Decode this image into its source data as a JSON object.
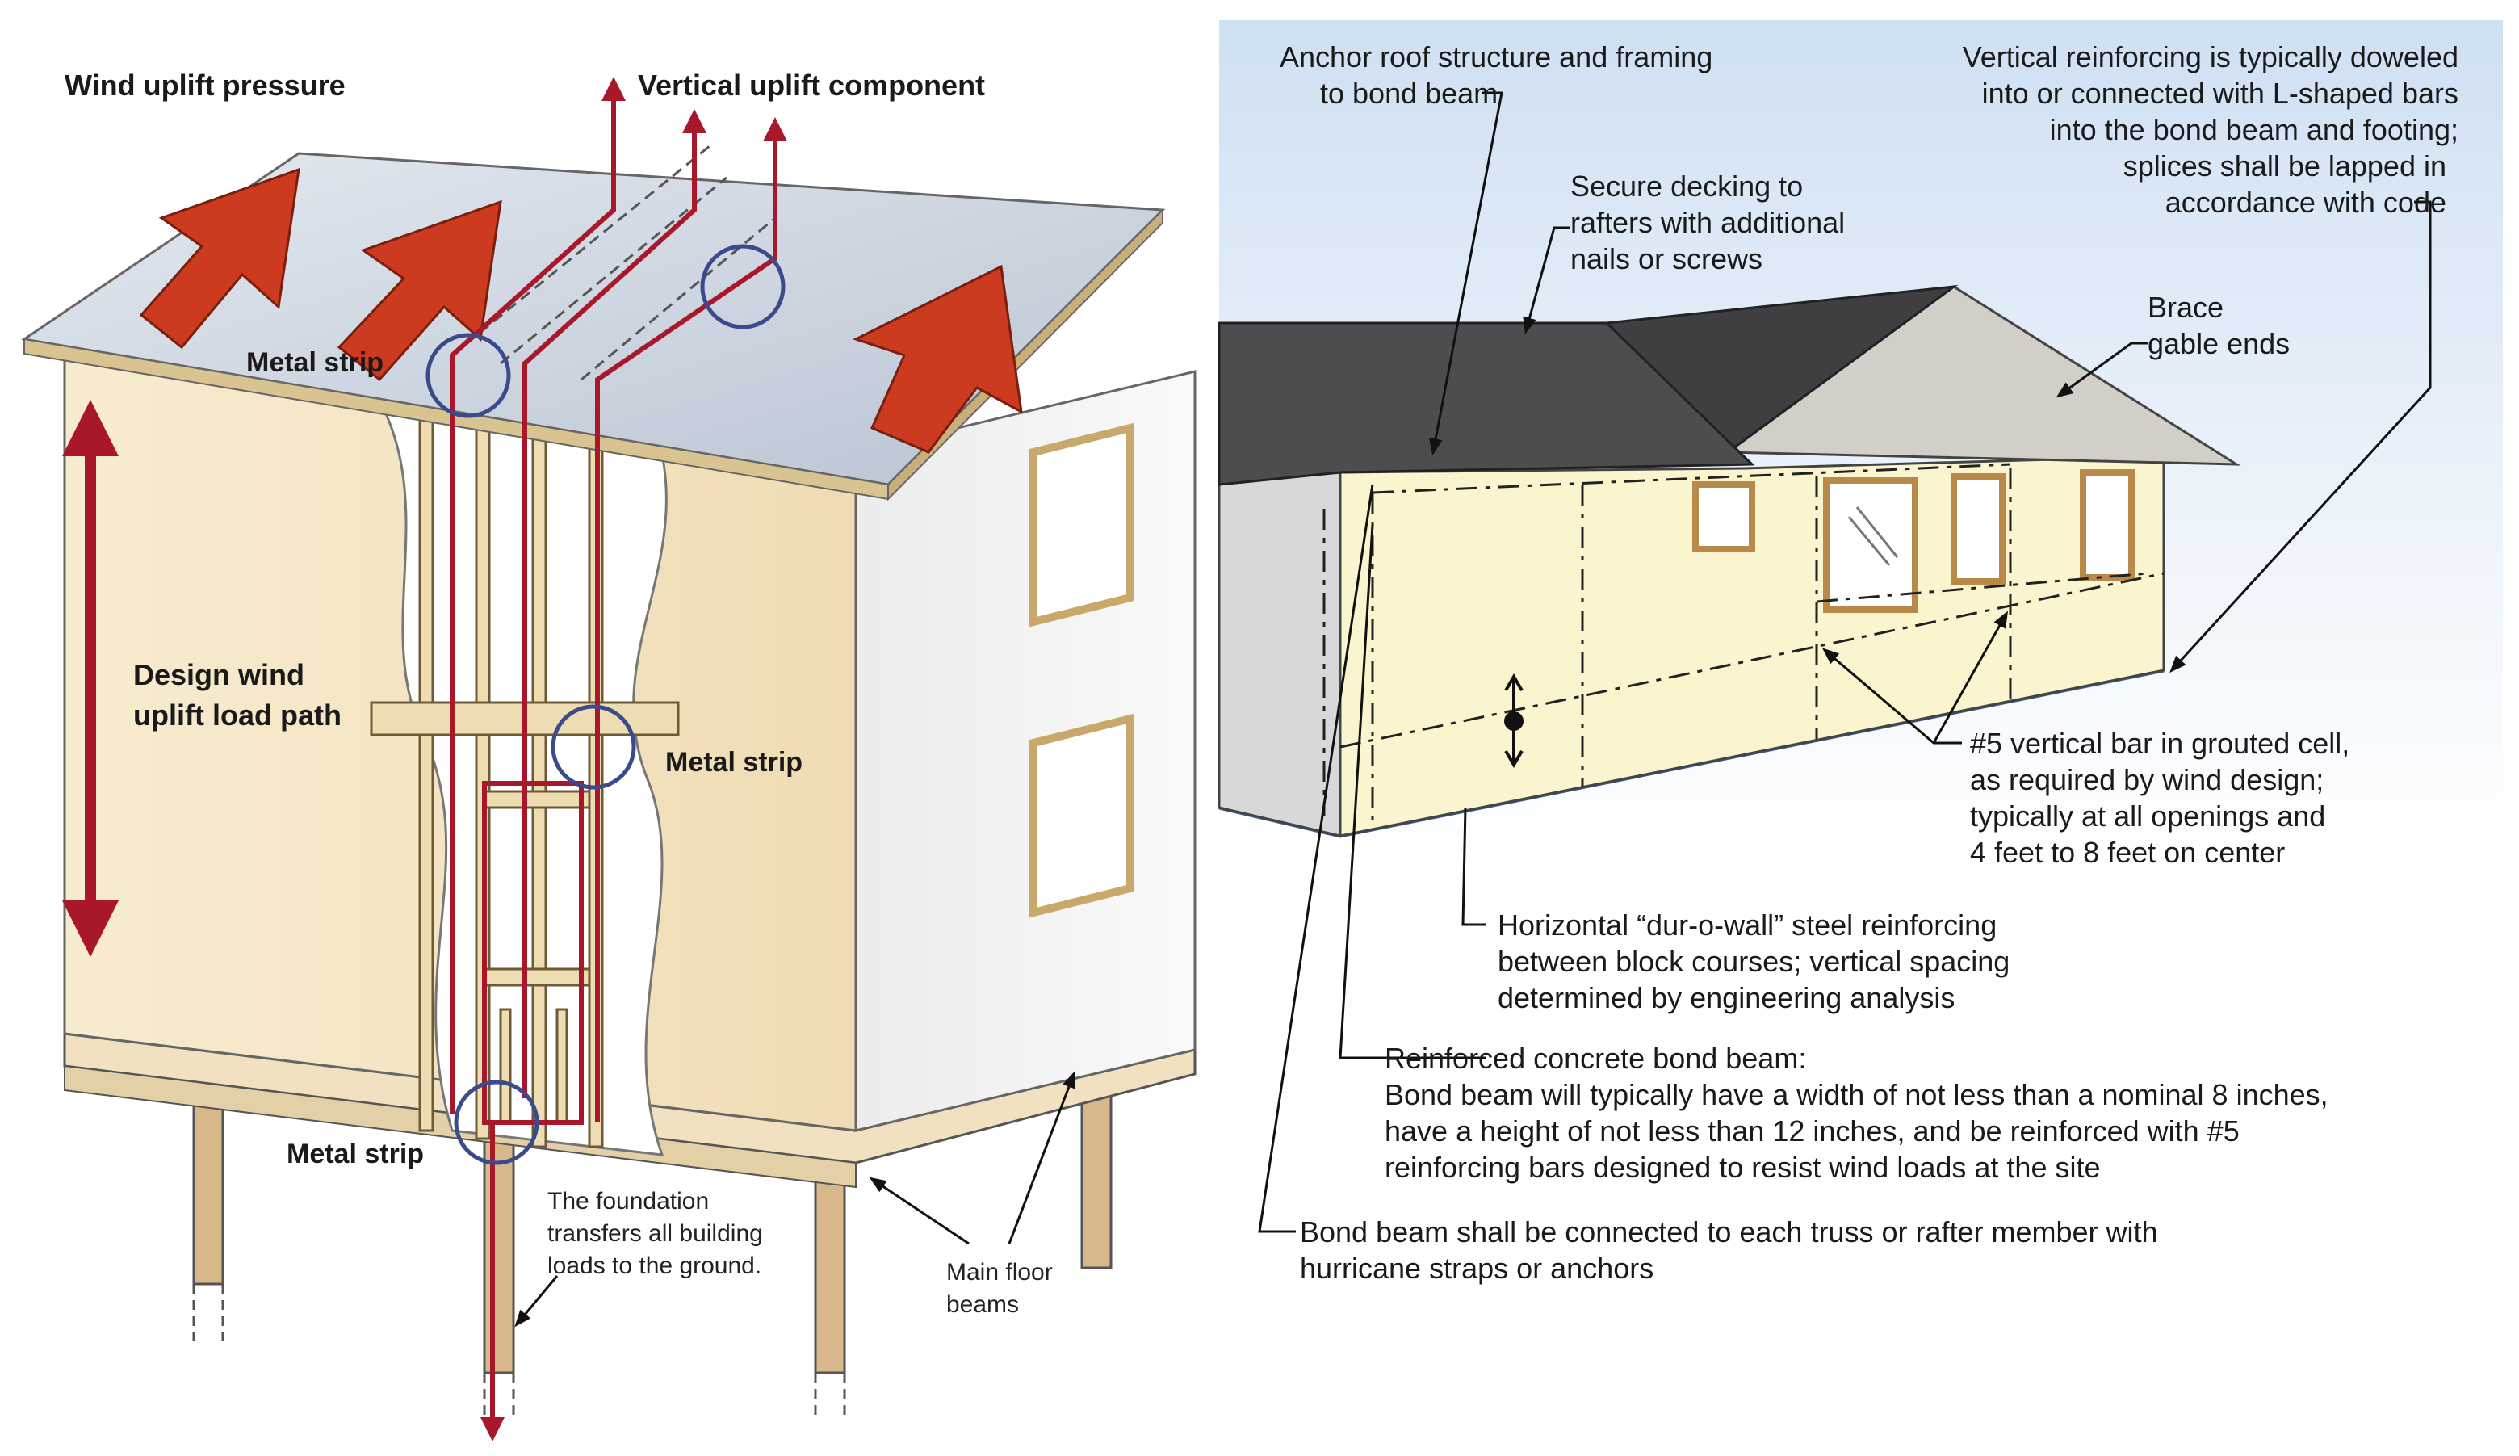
{
  "left": {
    "wind_uplift_pressure": "Wind uplift pressure",
    "vertical_uplift_component": "Vertical uplift component",
    "metal_strip_roof": "Metal strip",
    "metal_strip_floor": "Metal strip",
    "metal_strip_foundation": "Metal strip",
    "design_wind_line1": "Design wind",
    "design_wind_line2": "uplift load path",
    "foundation_line1": "The foundation",
    "foundation_line2": "transfers all building",
    "foundation_line3": "loads to the ground.",
    "main_floor_line1": "Main floor",
    "main_floor_line2": "beams"
  },
  "right": {
    "anchor_line1": "Anchor roof structure and framing",
    "anchor_line2": "to bond beam",
    "decking_line1": "Secure decking to",
    "decking_line2": "rafters with additional",
    "decking_line3": "nails or screws",
    "vertical_line1": "Vertical reinforcing is typically doweled",
    "vertical_line2": "into or connected with L-shaped bars",
    "vertical_line3": "into the bond beam and footing;",
    "vertical_line4": "splices shall be lapped in",
    "vertical_line5": "accordance with code",
    "brace_line1": "Brace",
    "brace_line2": "gable ends",
    "bar_line1": "#5 vertical bar in grouted cell,",
    "bar_line2": "as required by wind design;",
    "bar_line3": "typically at all openings and",
    "bar_line4": "4 feet to 8 feet on center",
    "horizontal_line1": "Horizontal “dur-o-wall” steel reinforcing",
    "horizontal_line2": "between block courses; vertical spacing",
    "horizontal_line3": "determined by engineering analysis",
    "bondbeam_line1": "Reinforced concrete bond beam:",
    "bondbeam_line2": "Bond beam will typically have a width of not less than a nominal 8 inches,",
    "bondbeam_line3": "have a height of not less than 12 inches, and be reinforced with #5",
    "bondbeam_line4": "reinforcing bars designed to resist wind loads at the site",
    "connect_line1": "Bond beam shall be connected to each truss or rafter member with",
    "connect_line2": "hurricane straps or anchors"
  },
  "colors": {
    "arrow_red": "#cc3a1f",
    "load_path_red": "#a8182a",
    "wall_cream": "#f6e9c8",
    "block_wall": "#fbf5cf",
    "roof_dark": "#4a4a4c",
    "sky_blue": "#dce9f6",
    "callout_circle": "#3a4a8a"
  }
}
